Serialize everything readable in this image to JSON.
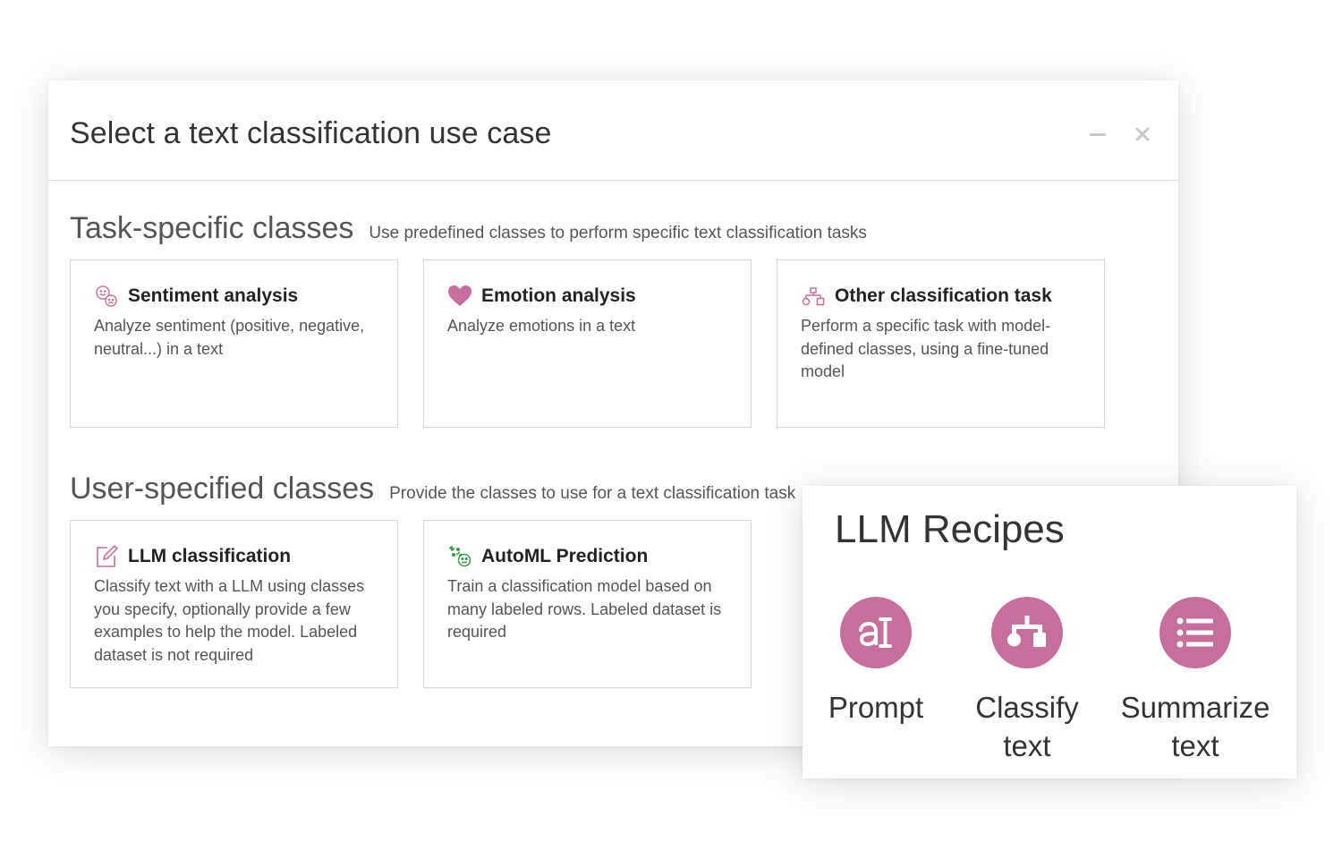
{
  "modal": {
    "title": "Select a text classification use case",
    "minimize_icon": "minimize-icon",
    "close_icon": "close-icon"
  },
  "task_specific": {
    "title": "Task-specific classes",
    "description": "Use predefined classes to perform specific text classification tasks",
    "cards": [
      {
        "title": "Sentiment analysis",
        "description": "Analyze sentiment (positive, negative, neutral...) in a text",
        "icon": "smiley-faces-icon"
      },
      {
        "title": "Emotion analysis",
        "description": "Analyze emotions in a text",
        "icon": "heart-icon"
      },
      {
        "title": "Other classification task",
        "description": "Perform a specific task with model-defined classes, using a fine-tuned model",
        "icon": "classification-tree-icon"
      }
    ]
  },
  "user_specified": {
    "title": "User-specified classes",
    "description": "Provide the classes to use for a text classification task",
    "cards": [
      {
        "title": "LLM classification",
        "description": "Classify text with a LLM using classes you specify, optionally provide a few examples to help the model. Labeled dataset is not required",
        "icon": "edit-square-icon"
      },
      {
        "title": "AutoML Prediction",
        "description": "Train a classification model based on many labeled rows. Labeled dataset is required",
        "icon": "automl-icon"
      }
    ]
  },
  "llm_recipes": {
    "title": "LLM Recipes",
    "items": [
      {
        "label_line1": "Prompt",
        "label_line2": "",
        "icon": "ai-prompt-icon"
      },
      {
        "label_line1": "Classify",
        "label_line2": "text",
        "icon": "classify-tree-icon"
      },
      {
        "label_line1": "Summarize",
        "label_line2": "text",
        "icon": "list-icon"
      }
    ]
  },
  "colors": {
    "accent_pink": "#c66f9c",
    "automl_green": "#3f9a4e",
    "border": "#d6d6d6"
  }
}
